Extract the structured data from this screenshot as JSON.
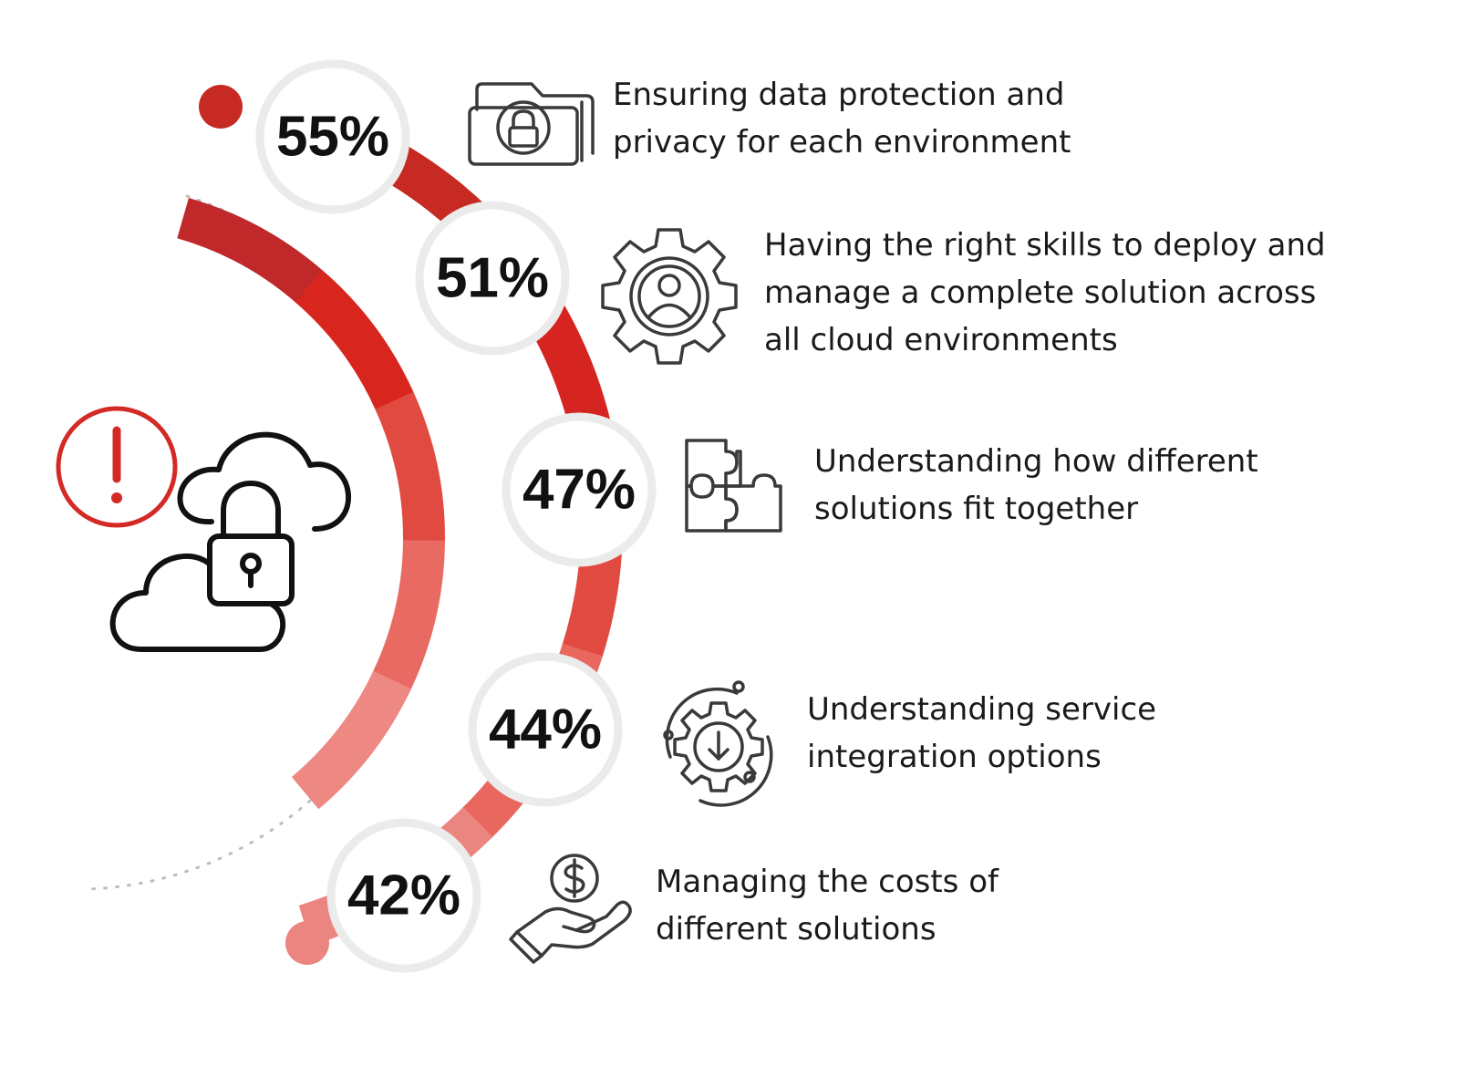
{
  "items": [
    {
      "percent": "55%",
      "value": 55,
      "lines": [
        "Ensuring data protection and",
        "privacy for each environment"
      ],
      "icon": "folder-lock-icon"
    },
    {
      "percent": "51%",
      "value": 51,
      "lines": [
        "Having the right skills to deploy and",
        "manage a complete solution across",
        "all cloud environments"
      ],
      "icon": "gear-user-icon"
    },
    {
      "percent": "47%",
      "value": 47,
      "lines": [
        "Understanding how different",
        "solutions fit together"
      ],
      "icon": "puzzle-icon"
    },
    {
      "percent": "44%",
      "value": 44,
      "lines": [
        "Understanding service",
        "integration options"
      ],
      "icon": "gear-download-icon"
    },
    {
      "percent": "42%",
      "value": 42,
      "lines": [
        "Managing the costs of",
        "different solutions"
      ],
      "icon": "hand-dollar-icon"
    }
  ],
  "colors": {
    "outer_arc": [
      "#c62a22",
      "#d62420",
      "#e04a40",
      "#e86860",
      "#eb8580"
    ],
    "inner_arc": [
      "#c0282a",
      "#d8251e",
      "#e04a40",
      "#e86a62",
      "#ee8882"
    ],
    "alert": "#d42a26",
    "icon": "#3a3a3a",
    "badge_border": "#ebebeb"
  },
  "hero_icon": "cloud-lock-alert-icon"
}
